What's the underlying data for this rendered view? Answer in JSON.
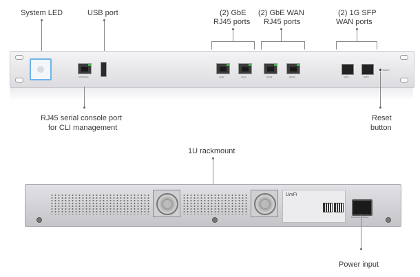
{
  "labels": {
    "system_led": "System LED",
    "usb_port": "USB port",
    "gbe_rj45_l1": "(2) GbE",
    "gbe_rj45_l2": "RJ45 ports",
    "gbe_wan_l1": "(2) GbE WAN",
    "gbe_wan_l2": "RJ45 ports",
    "sfp_l1": "(2) 1G SFP",
    "sfp_l2": "WAN ports",
    "console_l1": "RJ45 serial console port",
    "console_l2": "for CLI management",
    "reset_l1": "Reset",
    "reset_l2": "button",
    "rackmount": "1U rackmount",
    "power_input": "Power input"
  },
  "panel_text": {
    "console": "CONSOLE",
    "lan1": "LAN1",
    "lan2": "LAN2",
    "wan1": "WAN1",
    "wan2": "WAN2",
    "sfp1": "SFP1",
    "sfp2": "SFP2",
    "reset": "RESET",
    "brand": "UniFi",
    "power_rating": "100-240V, 50/60Hz"
  },
  "colors": {
    "system_led_border": "#6db4e8",
    "link_led": "#4caf50"
  }
}
